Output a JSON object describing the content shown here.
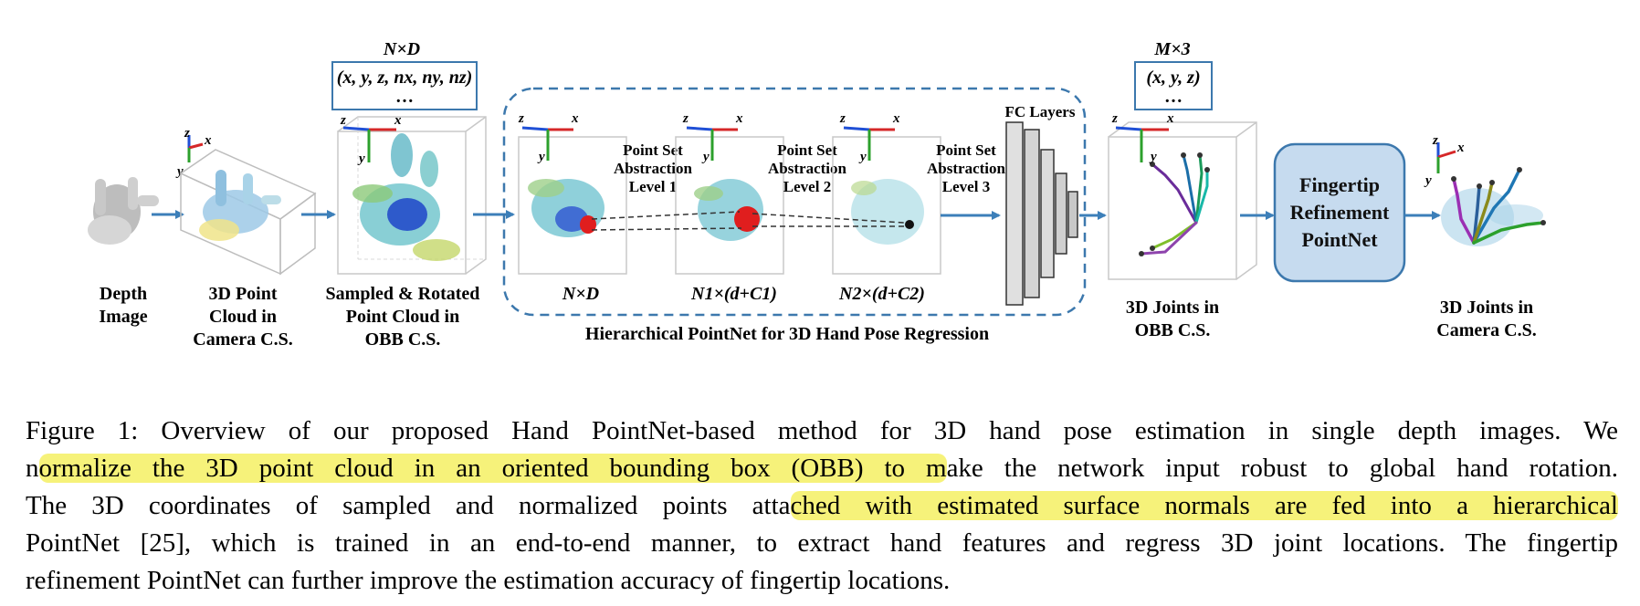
{
  "diagram": {
    "stages": {
      "depth_image": [
        "Depth",
        "Image"
      ],
      "point_cloud_camera": [
        "3D Point",
        "Cloud in",
        "Camera C.S."
      ],
      "sampled_rotated": [
        "Sampled & Rotated",
        "Point Cloud in",
        "OBB C.S."
      ],
      "joints_obb": [
        "3D Joints in",
        "OBB C.S."
      ],
      "joints_camera": [
        "3D Joints in",
        "Camera C.S."
      ]
    },
    "input_box": {
      "dim": "N×D",
      "row1": "(x, y, z, nx, ny, nz)",
      "row2": "…"
    },
    "output_box": {
      "dim": "M×3",
      "row1": "(x, y, z)",
      "row2": "…"
    },
    "levels": [
      [
        "Point Set",
        "Abstraction",
        "Level 1"
      ],
      [
        "Point Set",
        "Abstraction",
        "Level 2"
      ],
      [
        "Point Set",
        "Abstraction",
        "Level 3"
      ]
    ],
    "dims": [
      "N×D",
      "N1×(d+C1)",
      "N2×(d+C2)"
    ],
    "fc_label": "FC Layers",
    "group_title": "Hierarchical PointNet for 3D Hand Pose Regression",
    "refinement": [
      "Fingertip",
      "Refinement",
      "PointNet"
    ],
    "axis_labels": {
      "x": "x",
      "y": "y",
      "z": "z"
    }
  },
  "caption": {
    "line1": "Figure 1: Overview of our proposed Hand PointNet-based method for 3D hand pose estimation in single depth images. We",
    "line2_a": "n",
    "line2_hl": "ormalize the 3D point cloud in an oriented bounding box (OBB) to m",
    "line2_b": "ake the network input robust to global hand rotation.",
    "line3_a": "The 3D coordinates of sampled and normalized points atta",
    "line3_hl": "ched with estimated surface normals are fed into a hierarchical",
    "line4": "PointNet [25], which is trained in an end-to-end manner, to extract hand features and regress 3D joint locations. The fingertip",
    "line5": "refinement PointNet can further improve the estimation accuracy of fingertip locations."
  },
  "colors": {
    "arrow": "#3c7fb9",
    "box_border": "#3c78ad",
    "refine_fill": "#c6dbef",
    "highlight": "#f6f27a"
  }
}
